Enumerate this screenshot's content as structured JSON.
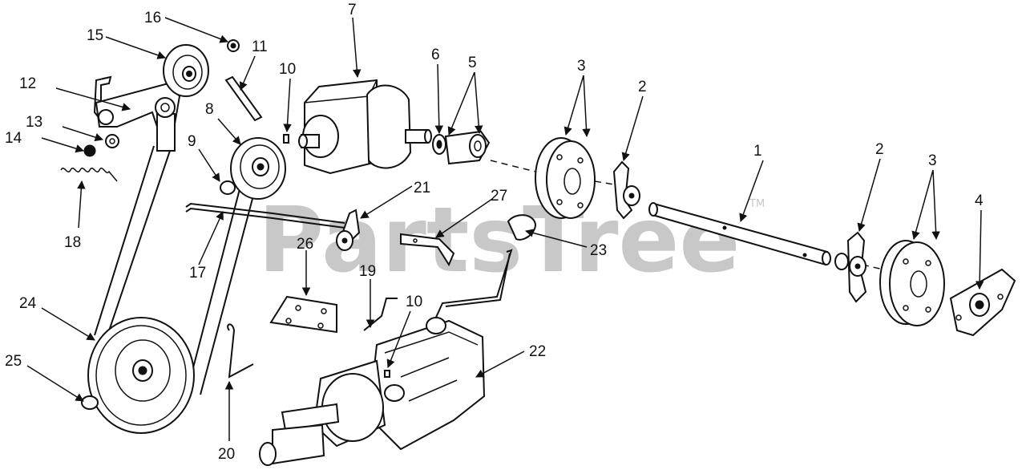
{
  "watermark": {
    "text": "PartsTree",
    "trademark": "TM"
  },
  "callouts": {
    "c1": "1",
    "c2a": "2",
    "c2b": "2",
    "c3a": "3",
    "c3b": "3",
    "c4": "4",
    "c5": "5",
    "c6": "6",
    "c7": "7",
    "c8": "8",
    "c9": "9",
    "c10a": "10",
    "c10b": "10",
    "c11": "11",
    "c12": "12",
    "c13": "13",
    "c14": "14",
    "c15": "15",
    "c16": "16",
    "c17": "17",
    "c18": "18",
    "c19": "19",
    "c20": "20",
    "c21": "21",
    "c22": "22",
    "c23": "23",
    "c24": "24",
    "c25": "25",
    "c26": "26",
    "c27": "27"
  }
}
